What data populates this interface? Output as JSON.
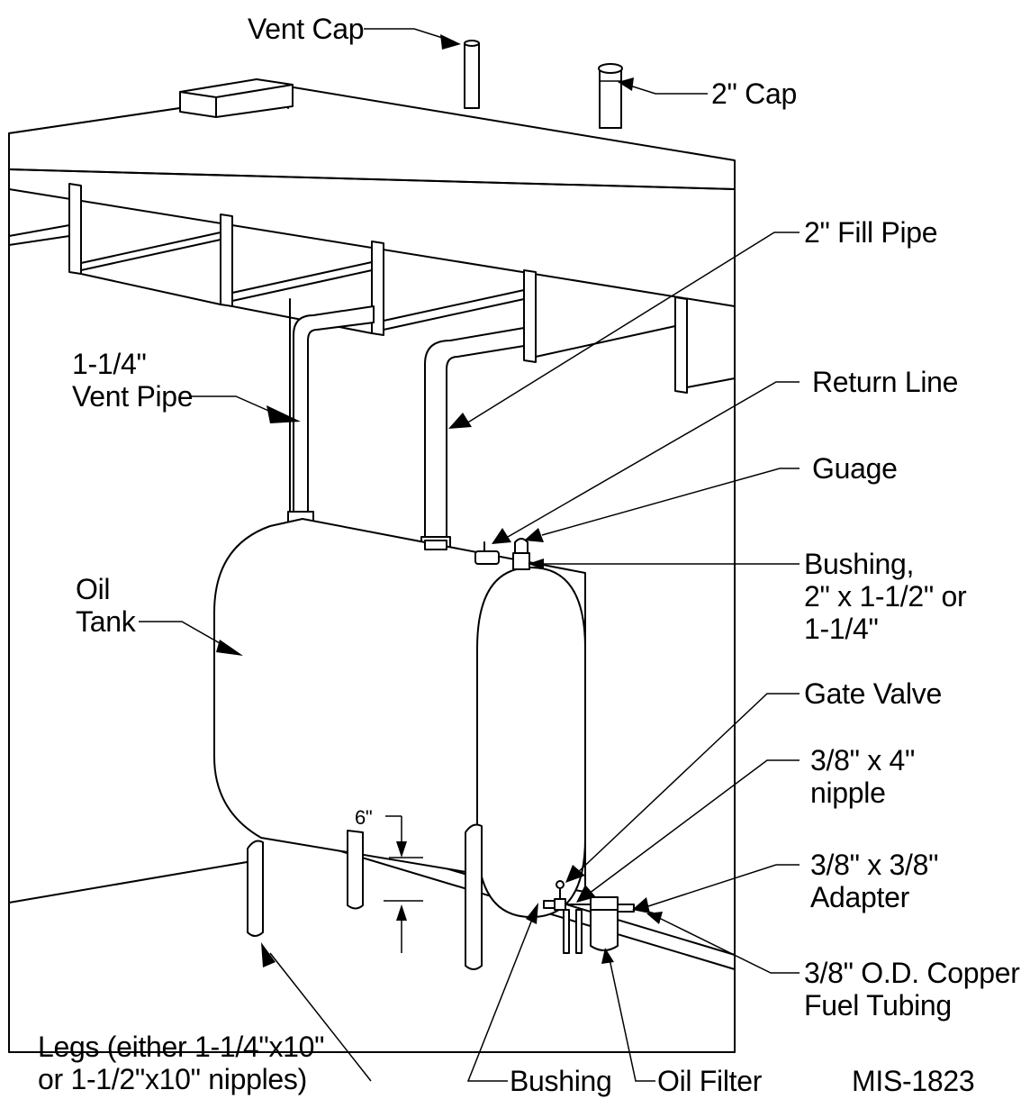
{
  "labels": {
    "vent_cap": "Vent Cap",
    "cap_2in": "2\" Cap",
    "fill_pipe": "2\" Fill Pipe",
    "vent_pipe_1": "1-1/4\"",
    "vent_pipe_2": "Vent Pipe",
    "return_line": "Return Line",
    "guage": "Guage",
    "bushing_top_1": "Bushing,",
    "bushing_top_2": "2\" x 1-1/2\" or",
    "bushing_top_3": "1-1/4\"",
    "oil_tank_1": "Oil",
    "oil_tank_2": "Tank",
    "gate_valve": "Gate Valve",
    "nipple_1": "3/8\" x 4\"",
    "nipple_2": "nipple",
    "adapter_1": "3/8\" x 3/8\"",
    "adapter_2": "Adapter",
    "tubing_1": "3/8\" O.D. Copper",
    "tubing_2": "Fuel Tubing",
    "six_inch": "6\"",
    "legs_1": "Legs (either 1-1/4\"x10\"",
    "legs_2": "or 1-1/2\"x10\" nipples)",
    "bushing_bottom": "Bushing",
    "oil_filter": "Oil Filter",
    "drawing_id": "MIS-1823"
  }
}
